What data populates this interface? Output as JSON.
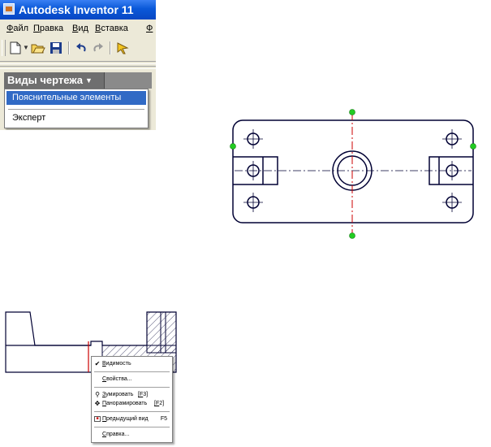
{
  "app": {
    "title": "Autodesk Inventor 11",
    "menu": [
      "Файл",
      "Правка",
      "Вид",
      "Вставка",
      "Ф"
    ],
    "toolbar_icons": [
      "new-icon",
      "new-dropdown-icon",
      "open-icon",
      "save-icon",
      "undo-icon",
      "redo-icon",
      "select-icon"
    ]
  },
  "panel": {
    "label": "Виды чертежа",
    "dropdown_items": [
      "Пояснительные элементы",
      "Эксперт"
    ],
    "selected_item": "Пояснительные элементы",
    "highlight_color": "#316ac5"
  },
  "drawing": {
    "line_color": "#000033",
    "centerline_color": "#cc0000",
    "grip_color": "#22cc22"
  },
  "context_menu": {
    "items": [
      {
        "label": "Видимость",
        "icon": "checkmark-icon",
        "checked": true,
        "shortcut": ""
      },
      {
        "label": "Свойства...",
        "icon": "",
        "checked": false,
        "shortcut": ""
      },
      {
        "label": "Зумировать",
        "icon": "zoom-icon",
        "checked": false,
        "shortcut": "[F3]"
      },
      {
        "label": "Панорамировать",
        "icon": "pan-icon",
        "checked": false,
        "shortcut": "[F2]"
      },
      {
        "label": "Предыдущий вид",
        "icon": "previous-view-icon",
        "checked": false,
        "shortcut": "F5"
      },
      {
        "label": "Справка...",
        "icon": "",
        "checked": false,
        "shortcut": ""
      }
    ]
  }
}
